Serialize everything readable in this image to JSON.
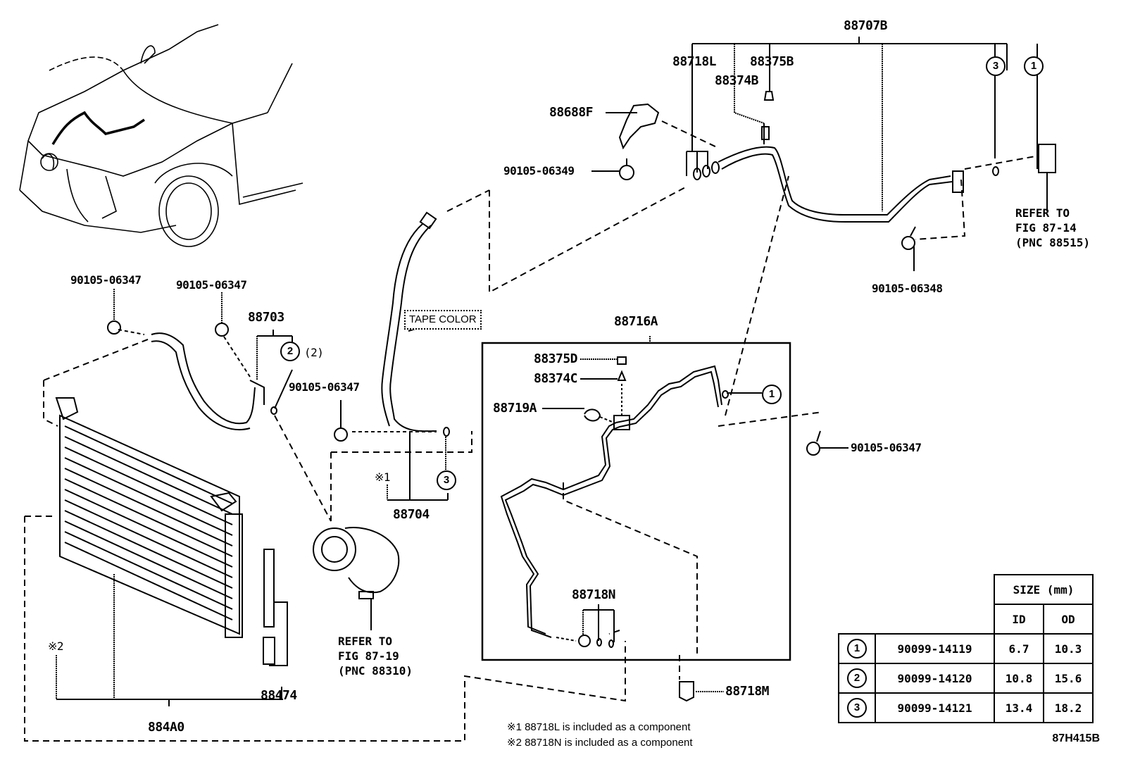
{
  "figure_id": "87H415B",
  "callouts": {
    "p88707B": "88707B",
    "p88718L": "88718L",
    "p88375B": "88375B",
    "p88374B": "88374B",
    "p88688F": "88688F",
    "p90105_06349": "90105-06349",
    "p90105_06348": "90105-06348",
    "p90105_06347_a": "90105-06347",
    "p90105_06347_b": "90105-06347",
    "p90105_06347_c": "90105-06347",
    "p90105_06347_d": "90105-06347",
    "p88703": "88703",
    "p88703_qty": "(2)",
    "p88704": "88704",
    "p88716A": "88716A",
    "p88375D": "88375D",
    "p88374C": "88374C",
    "p88719A": "88719A",
    "p88718N": "88718N",
    "p88718M": "88718M",
    "p88474": "88474",
    "p884A0": "884A0",
    "note1_mark": "※1",
    "note2_mark": "※2"
  },
  "tape_color_label": "TAPE COLOR",
  "refer_notes": {
    "fig_87_14": "REFER TO\nFIG 87-14\n(PNC 88515)",
    "fig_87_19": "REFER TO\nFIG 87-19\n(PNC 88310)"
  },
  "footnotes": [
    "※1 88718L is included as a component",
    "※2 88718N is included as a component"
  ],
  "oring_markers": [
    "1",
    "2",
    "3"
  ],
  "size_table": {
    "header_size": "SIZE (mm)",
    "header_id": "ID",
    "header_od": "OD",
    "rows": [
      {
        "ref": "1",
        "part": "90099-14119",
        "id": "6.7",
        "od": "10.3"
      },
      {
        "ref": "2",
        "part": "90099-14120",
        "id": "10.8",
        "od": "15.6"
      },
      {
        "ref": "3",
        "part": "90099-14121",
        "id": "13.4",
        "od": "18.2"
      }
    ]
  }
}
